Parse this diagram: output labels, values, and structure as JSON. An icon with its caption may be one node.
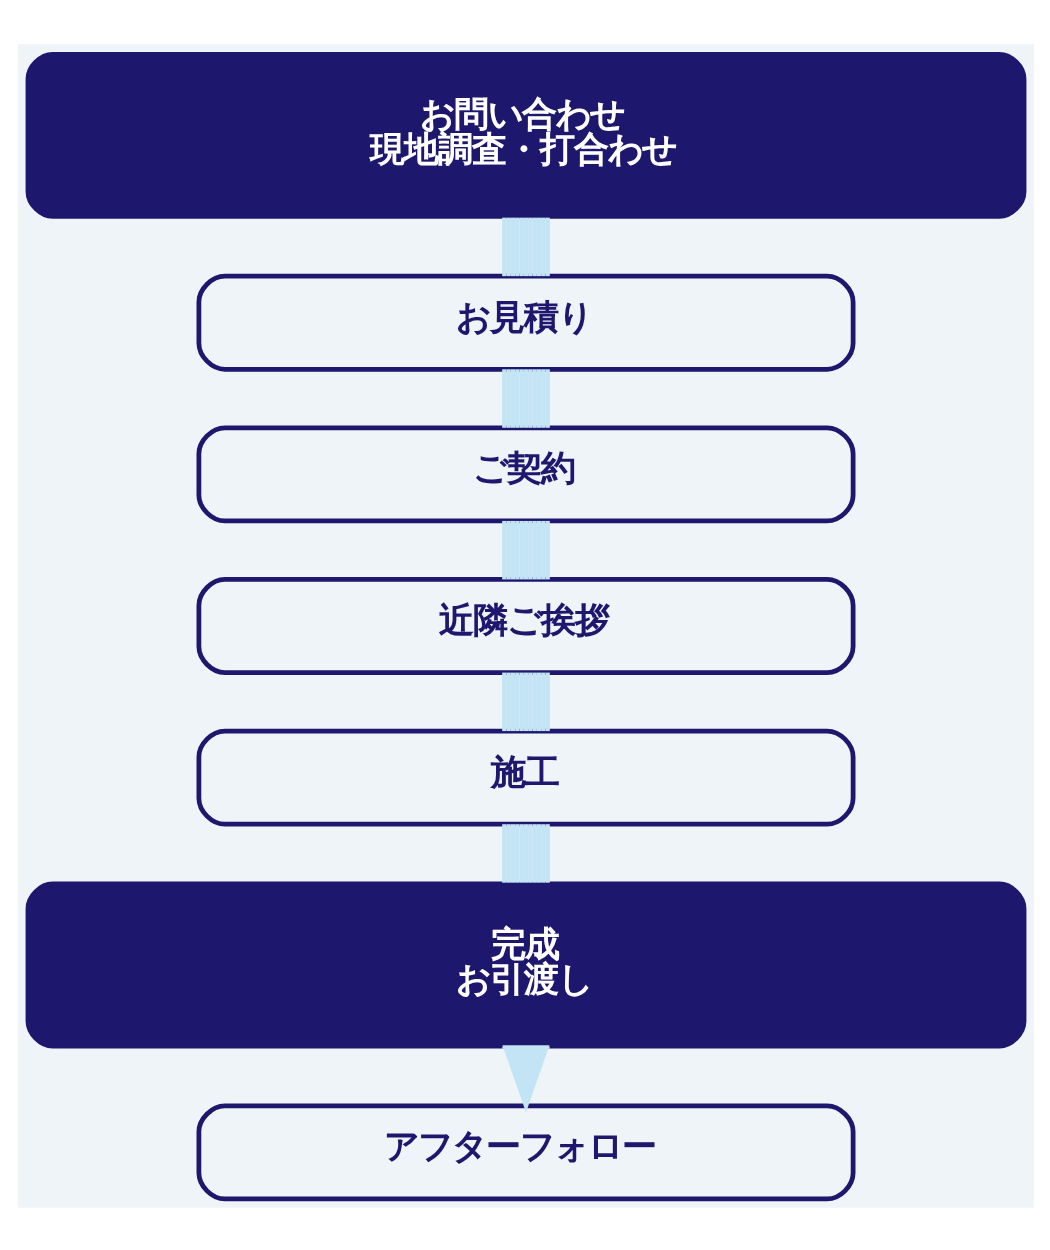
{
  "diagram": {
    "nodes": [
      {
        "text": [
          "お問い合わせ",
          "現地調査・打合わせ"
        ]
      },
      {
        "text": [
          "お見積り"
        ]
      },
      {
        "text": [
          "ご契約"
        ]
      },
      {
        "text": [
          "近隣ご挨拶"
        ]
      },
      {
        "text": [
          "施工"
        ]
      },
      {
        "text": [
          "完成",
          "お引渡し"
        ]
      },
      {
        "text": [
          "アフターフォロー"
        ]
      }
    ],
    "edges": [
      {
        "from": 0,
        "to": 1,
        "arrow": "none"
      },
      {
        "from": 1,
        "to": 2,
        "arrow": "none"
      },
      {
        "from": 2,
        "to": 3,
        "arrow": "none"
      },
      {
        "from": 3,
        "to": 4,
        "arrow": "none"
      },
      {
        "from": 4,
        "to": 5,
        "arrow": "none"
      },
      {
        "from": 5,
        "to": 6,
        "arrow": "to"
      }
    ]
  }
}
